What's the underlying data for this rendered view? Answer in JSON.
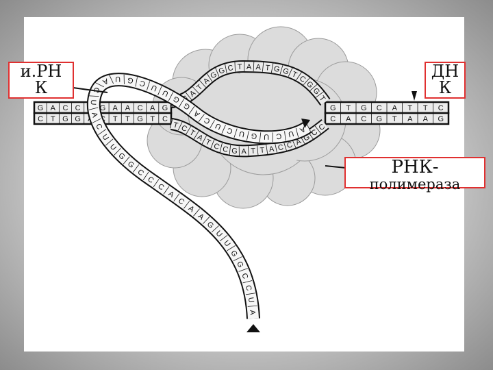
{
  "labels": {
    "mrna": [
      "и.РН",
      "К"
    ],
    "dna": [
      "ДН",
      "К"
    ],
    "rna_polymerase": [
      "РНК-",
      "полимераза"
    ]
  },
  "dna": {
    "top_strand": [
      "G",
      "A",
      "C",
      "C",
      "T",
      "G",
      "A",
      "A",
      "C",
      "A",
      "G",
      "A",
      "T",
      "A",
      "G",
      "G",
      "C",
      "T",
      "A",
      "A",
      "T",
      "G",
      "G",
      "T",
      "C",
      "G",
      "G",
      "T",
      "G",
      "C",
      "A",
      "T",
      "T",
      "C"
    ],
    "bottom_strand": [
      "C",
      "T",
      "G",
      "G",
      "A",
      "C",
      "T",
      "T",
      "G",
      "T",
      "C",
      "T",
      "A",
      "T",
      "C",
      "C",
      "G",
      "A",
      "T",
      "T",
      "A",
      "C",
      "C",
      "A",
      "G",
      "C",
      "C",
      "A",
      "C",
      "G",
      "T",
      "A",
      "A",
      "G"
    ],
    "bubble_top": [
      "A",
      "G",
      "A",
      "T",
      "A",
      "G",
      "G",
      "C",
      "T",
      "A",
      "A",
      "T",
      "G",
      "G",
      "T",
      "C",
      "G",
      "G",
      "T"
    ],
    "bubble_bottom": [
      "T",
      "C",
      "T",
      "A",
      "T",
      "C",
      "C",
      "G",
      "A",
      "T",
      "T",
      "A",
      "C",
      "C",
      "A",
      "G",
      "C",
      "C"
    ]
  },
  "rna": {
    "bases": [
      "A",
      "U",
      "C",
      "U",
      "G",
      "U",
      "C",
      "U",
      "C",
      "A",
      "G",
      "G",
      "U",
      "U",
      "C",
      "G",
      "U",
      "A",
      "C",
      "U",
      "A",
      "C",
      "U",
      "U",
      "G",
      "G",
      "C",
      "C",
      "C",
      "A",
      "C",
      "A",
      "A",
      "G",
      "U",
      "U",
      "G",
      "G",
      "C",
      "C",
      "U",
      "A",
      "G",
      "C",
      "A",
      "C",
      "G",
      "U",
      "C",
      "C",
      "U",
      "U",
      "A",
      "G",
      "C",
      "U"
    ],
    "bubble": [
      "U",
      "C",
      "U",
      "A",
      "U",
      "C",
      "C",
      "G",
      "A",
      "U",
      "U",
      "A",
      "C",
      "C",
      "A",
      "G",
      "C",
      "C"
    ]
  },
  "colors": {
    "label_border": "#e03030",
    "ink": "#111111",
    "cloud": "#dcdcdc",
    "strand_fill": "#ececec"
  }
}
